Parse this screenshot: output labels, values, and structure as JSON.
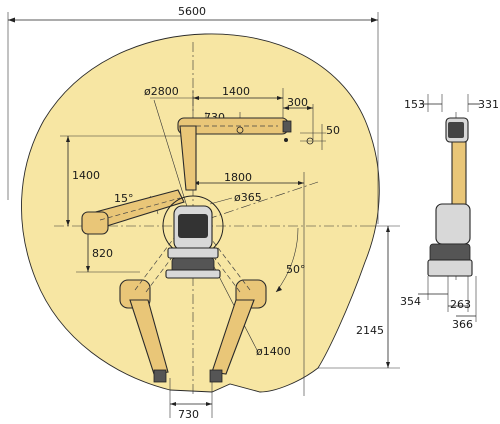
{
  "colors": {
    "envelope": "#f7e6a3",
    "arm": "#e9c678",
    "line": "#222222"
  },
  "labels": {
    "total_width": "5600",
    "reach_diameter": "ø2800",
    "upper_horizontal": "1400",
    "upper_offset": "300",
    "upper_arm_len": "730",
    "wrist_offset": "50",
    "upper_vertical": "1400",
    "mid_horizontal": "1800",
    "base_diameter": "ø365",
    "angle_small": "15°",
    "lower_vertical": "820",
    "angle_large": "50°",
    "lower_reach": "ø1400",
    "total_height": "2145",
    "bottom_width": "730",
    "side_top_left": "153",
    "side_top_right": "331",
    "side_bottom_a": "354",
    "side_bottom_b": "263",
    "side_bottom_c": "366"
  }
}
